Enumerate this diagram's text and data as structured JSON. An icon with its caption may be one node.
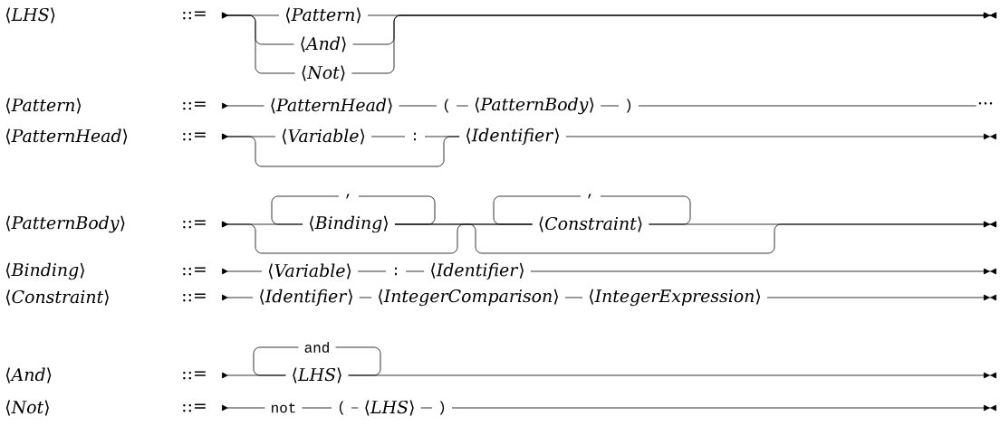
{
  "diagram": {
    "nodes": [
      {
        "text": [
          "⟨*Pattern*⟩"
        ]
      },
      {
        "text": [
          "⟨*And*⟩"
        ]
      },
      {
        "text": [
          "⟨*Not*⟩"
        ]
      },
      {
        "text": [
          "⟨*PatternHead*⟩"
        ]
      },
      {
        "text": [
          "("
        ]
      },
      {
        "text": [
          "⟨*PatternBody*⟩"
        ]
      },
      {
        "text": [
          ")"
        ]
      },
      {
        "text": [
          "⟨*Variable*⟩"
        ]
      },
      {
        "text": [
          ":"
        ]
      },
      {
        "text": [
          "⟨*Identifier*⟩"
        ]
      },
      {
        "text": [
          ","
        ]
      },
      {
        "text": [
          "⟨*Binding*⟩"
        ]
      },
      {
        "text": [
          ","
        ]
      },
      {
        "text": [
          "⟨*Constraint*⟩"
        ]
      },
      {
        "text": [
          "⟨*Variable*⟩"
        ]
      },
      {
        "text": [
          ":"
        ]
      },
      {
        "text": [
          "⟨*Identifier*⟩"
        ]
      },
      {
        "text": [
          "⟨*Identifier*⟩"
        ]
      },
      {
        "text": [
          "⟨*IntegerComparison*⟩"
        ]
      },
      {
        "text": [
          "⟨*IntegerExpression*⟩"
        ]
      },
      {
        "text": [
          "and"
        ]
      },
      {
        "text": [
          "⟨*LHS*⟩"
        ]
      },
      {
        "text": [
          "not"
        ]
      },
      {
        "text": [
          "("
        ]
      },
      {
        "text": [
          "⟨*LHS*⟩"
        ]
      },
      {
        "text": [
          ")"
        ]
      },
      {
        "text": [
          "···"
        ]
      }
    ],
    "edges": [
      {
        "from": null,
        "to": 0,
        "arrow": "to"
      },
      {
        "from": null,
        "to": 1,
        "arrow": "to"
      },
      {
        "from": null,
        "to": 2,
        "arrow": "to"
      },
      {
        "from": 0,
        "to": null,
        "arrow": "to"
      },
      {
        "from": 1,
        "to": null,
        "arrow": "to"
      },
      {
        "from": 2,
        "to": null,
        "arrow": "to"
      },
      {
        "from": null,
        "to": 3,
        "arrow": "to"
      },
      {
        "from": 3,
        "to": 4,
        "arrow": "none"
      },
      {
        "from": 4,
        "to": 5,
        "arrow": "none"
      },
      {
        "from": 5,
        "to": 6,
        "arrow": "none"
      },
      {
        "from": 6,
        "to": 26,
        "arrow": "none"
      },
      {
        "from": null,
        "to": 7,
        "arrow": "to"
      },
      {
        "from": 7,
        "to": 8,
        "arrow": "none"
      },
      {
        "from": 8,
        "to": 9,
        "arrow": "none"
      },
      {
        "from": null,
        "to": 9,
        "arrow": "to"
      },
      {
        "from": 9,
        "to": null,
        "arrow": "to"
      },
      {
        "from": null,
        "to": 11,
        "arrow": "to"
      },
      {
        "from": 11,
        "to": 10,
        "arrow": "none"
      },
      {
        "from": 10,
        "to": 11,
        "arrow": "none"
      },
      {
        "from": 11,
        "to": 13,
        "arrow": "none"
      },
      {
        "from": null,
        "to": 13,
        "arrow": "to"
      },
      {
        "from": 11,
        "to": null,
        "arrow": "to"
      },
      {
        "from": 13,
        "to": 12,
        "arrow": "none"
      },
      {
        "from": 12,
        "to": 13,
        "arrow": "none"
      },
      {
        "from": 13,
        "to": null,
        "arrow": "to"
      },
      {
        "from": null,
        "to": 14,
        "arrow": "to"
      },
      {
        "from": 14,
        "to": 15,
        "arrow": "none"
      },
      {
        "from": 15,
        "to": 16,
        "arrow": "none"
      },
      {
        "from": 16,
        "to": null,
        "arrow": "to"
      },
      {
        "from": null,
        "to": 17,
        "arrow": "to"
      },
      {
        "from": 17,
        "to": 18,
        "arrow": "none"
      },
      {
        "from": 18,
        "to": 19,
        "arrow": "none"
      },
      {
        "from": 19,
        "to": null,
        "arrow": "to"
      },
      {
        "from": null,
        "to": 21,
        "arrow": "to"
      },
      {
        "from": 21,
        "to": 20,
        "arrow": "none"
      },
      {
        "from": 20,
        "to": 21,
        "arrow": "none"
      },
      {
        "from": 21,
        "to": null,
        "arrow": "to"
      },
      {
        "from": null,
        "to": 22,
        "arrow": "to"
      },
      {
        "from": 22,
        "to": 23,
        "arrow": "none"
      },
      {
        "from": 23,
        "to": 24,
        "arrow": "none"
      },
      {
        "from": 24,
        "to": 25,
        "arrow": "none"
      },
      {
        "from": 25,
        "to": null,
        "arrow": "to"
      }
    ],
    "labels": [
      "⟨*LHS*⟩",
      "::=",
      "⟨*Pattern*⟩",
      "::=",
      "⟨*PatternHead*⟩",
      "::=",
      "⟨*PatternBody*⟩",
      "::=",
      "⟨*Binding*⟩",
      "::=",
      "⟨*Constraint*⟩",
      "::=",
      "⟨*And*⟩",
      "::=",
      "⟨*Not*⟩",
      "::="
    ]
  }
}
